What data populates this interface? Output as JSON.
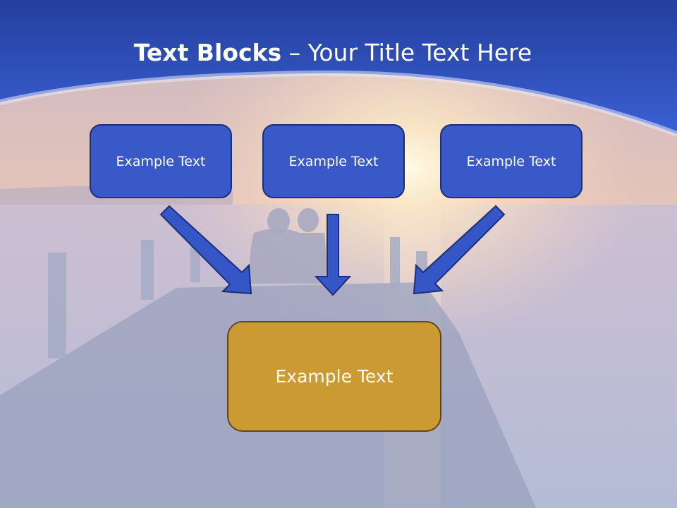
{
  "title": {
    "bold": "Text Blocks",
    "separator": " – ",
    "regular": "Your Title Text Here"
  },
  "blocks": [
    {
      "text": "Example Text"
    },
    {
      "text": "Example Text"
    },
    {
      "text": "Example Text"
    }
  ],
  "target": {
    "text": "Example Text"
  },
  "colors": {
    "header_blue": "#2f54c4",
    "block_blue": "#3a59c9",
    "block_border": "#1c2e79",
    "target_gold": "#cc9a33",
    "arrow_blue": "#3556c7"
  }
}
